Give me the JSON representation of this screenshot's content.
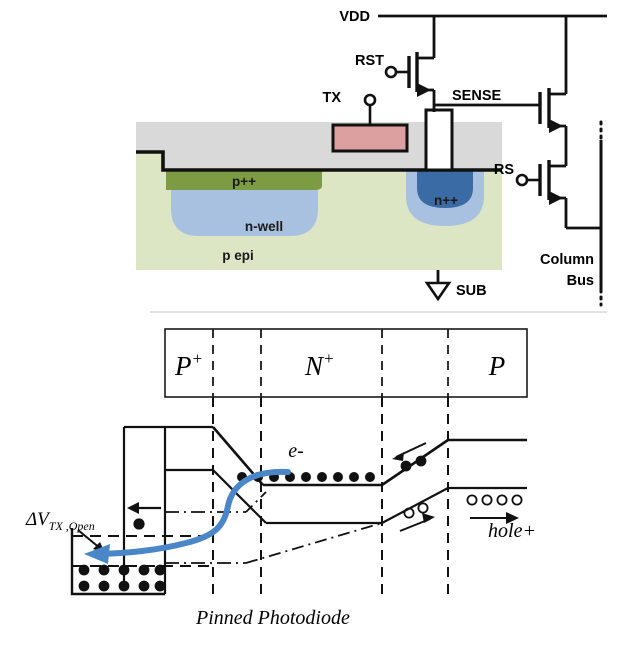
{
  "figure": {
    "title": "Pinned Photodiode",
    "caption": "Pinned Photodiode"
  },
  "circuit": {
    "supply_label": "VDD",
    "reset_label": "RST",
    "transfer_label": "TX",
    "sense_label": "SENSE",
    "rowselect_label": "RS",
    "substrate_label": "SUB",
    "column_bus_label_line1": "Column",
    "column_bus_label_line2": "Bus"
  },
  "cross_section": {
    "layers": [
      {
        "name": "p++",
        "color": "#7d9b43"
      },
      {
        "name": "n-well",
        "color": "#a8c1e0"
      },
      {
        "name": "n++",
        "color": "#3b6ba5"
      },
      {
        "name": "p epi",
        "color": "#dce5c4"
      }
    ],
    "oxide_color": "#d9d9d9",
    "gate_color": "#dda0a0",
    "label_p_plus_plus": "p++",
    "label_n_well": "n-well",
    "label_n_plus_plus": "n++",
    "label_p_epi": "p epi"
  },
  "band_diagram": {
    "regions": [
      "P+",
      "N+",
      "P"
    ],
    "region_p_plus": "P",
    "region_p_plus_sup": "+",
    "region_n_plus": "N",
    "region_n_plus_sup": "+",
    "region_p": "P",
    "electron_label": "e-",
    "hole_label": "hole+",
    "delta_v_main": "ΔV",
    "delta_v_sub": "TX ,Open",
    "electron_count_band": 9,
    "electron_count_well": 10,
    "electron_count_slope": 2,
    "hole_count_band": 4,
    "hole_count_slope": 2,
    "arrow_color": "#4a86c8"
  }
}
